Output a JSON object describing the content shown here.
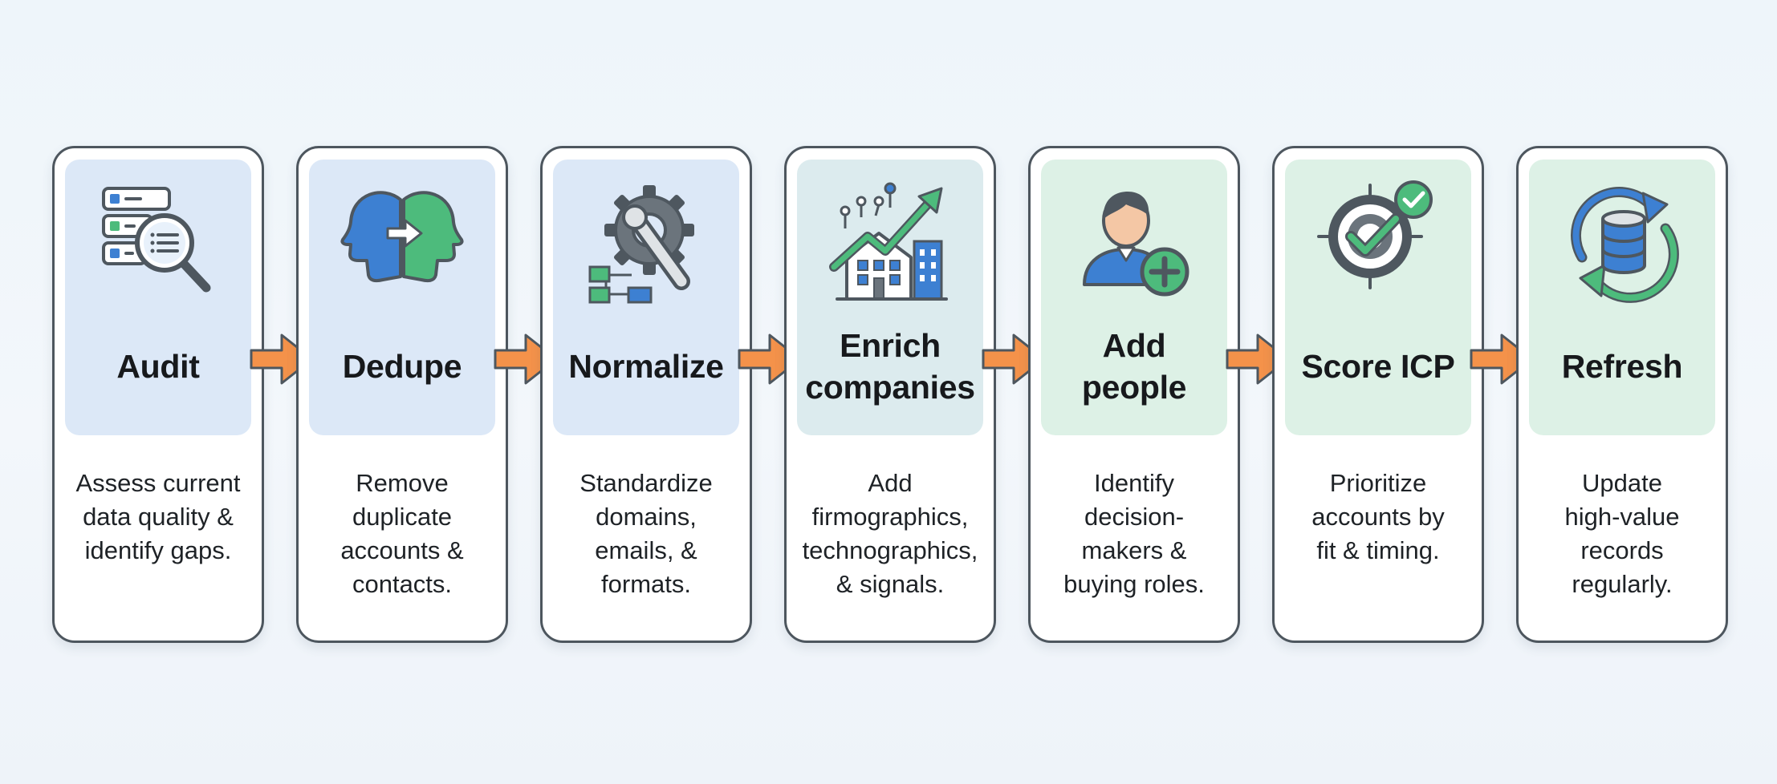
{
  "colors": {
    "panel_blue": "#dce8f7",
    "panel_teal": "#dcebee",
    "panel_green": "#ddf1e6",
    "arrow": "#f4924a",
    "icon_blue": "#3d80d2",
    "icon_green": "#4dbb7c",
    "icon_gray": "#4e575f"
  },
  "steps": [
    {
      "title": "Audit",
      "description": "Assess current\ndata quality &\nidentify gaps.",
      "icon": "audit-search-icon"
    },
    {
      "title": "Dedupe",
      "description": "Remove\nduplicate\naccounts &\ncontacts.",
      "icon": "merge-heads-icon"
    },
    {
      "title": "Normalize",
      "description": "Standardize\ndomains,\nemails, &\nformats.",
      "icon": "gear-wrench-icon"
    },
    {
      "title": "Enrich\ncompanies",
      "description": "Add\nfirmographics,\ntechnographics,\n& signals.",
      "icon": "building-growth-icon"
    },
    {
      "title": "Add\npeople",
      "description": "Identify\ndecision-\nmakers &\nbuying roles.",
      "icon": "add-person-icon"
    },
    {
      "title": "Score ICP",
      "description": "Prioritize\naccounts by\nfit & timing.",
      "icon": "target-check-icon"
    },
    {
      "title": "Refresh",
      "description": "Update\nhigh-value\nrecords\nregularly.",
      "icon": "database-refresh-icon"
    }
  ]
}
